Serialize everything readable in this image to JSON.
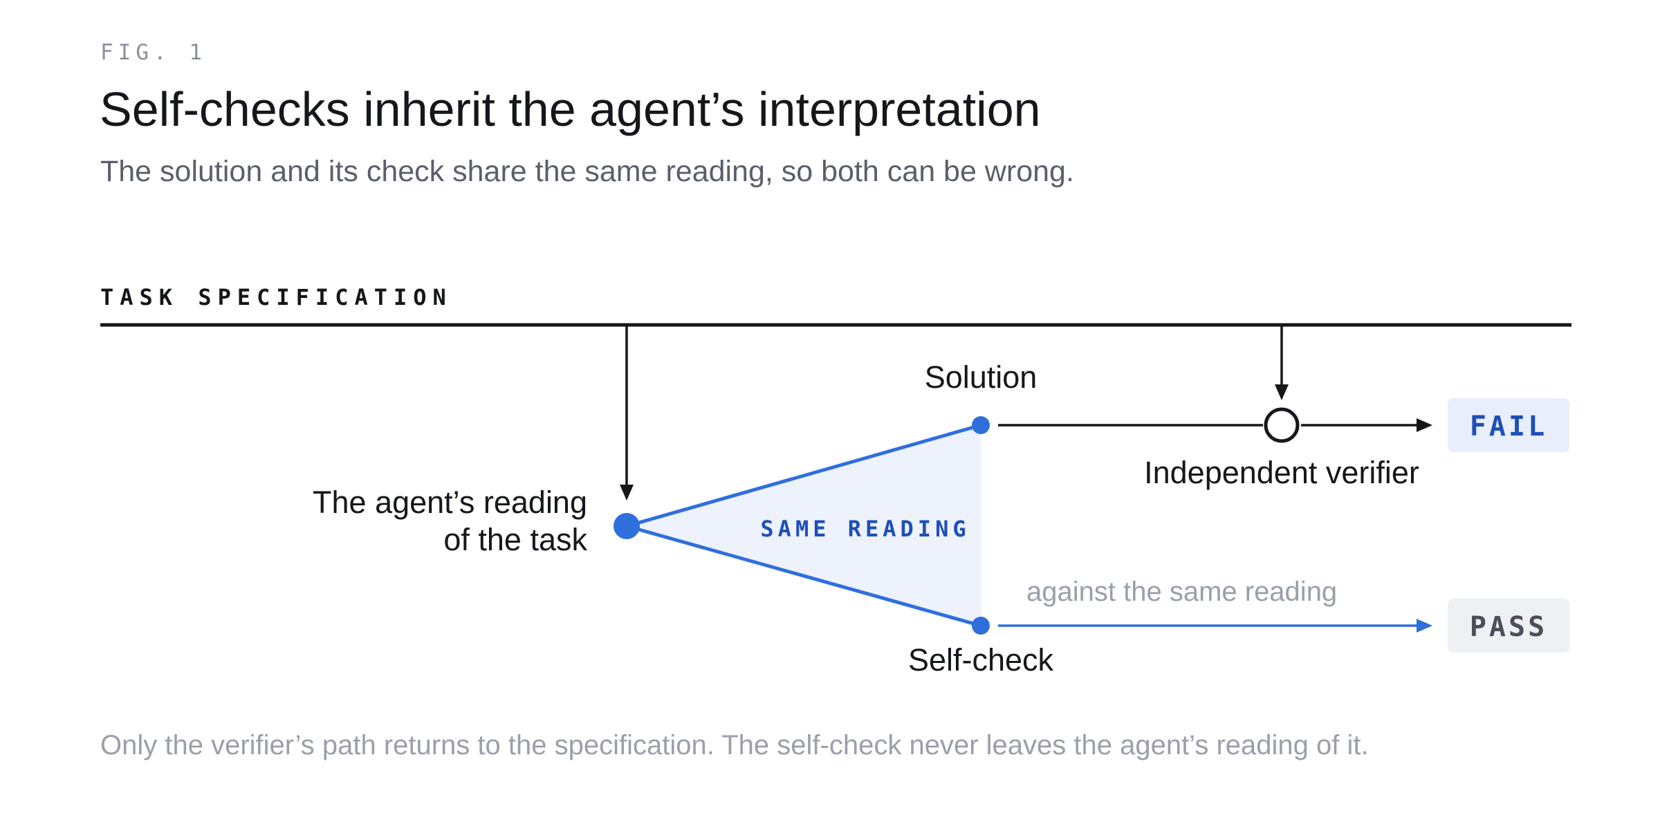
{
  "figure": {
    "label": "FIG. 1",
    "title": "Self-checks inherit the agent’s interpretation",
    "subtitle": "The solution and its check share the same reading, so both can be wrong."
  },
  "diagram": {
    "spec_label": "TASK SPECIFICATION",
    "agent_reading_line1": "The agent’s reading",
    "agent_reading_line2": "of the task",
    "shared_region_label": "SAME READING",
    "solution_label": "Solution",
    "self_check_label": "Self-check",
    "verifier_label": "Independent verifier",
    "self_check_edge_label": "against the same reading",
    "fail_badge": "FAIL",
    "pass_badge": "PASS"
  },
  "colors": {
    "accent": "#2f6fdc",
    "ink": "#15171c",
    "fail_bg": "#e8eefb",
    "fail_text": "#1f4fb8",
    "pass_bg": "#eff0f3",
    "pass_text": "#4a4f5a",
    "region_fill": "#edf2fc",
    "muted": "#9a9faa"
  },
  "footnote": "Only the verifier’s path returns to the specification. The self-check never leaves the agent’s reading of it."
}
